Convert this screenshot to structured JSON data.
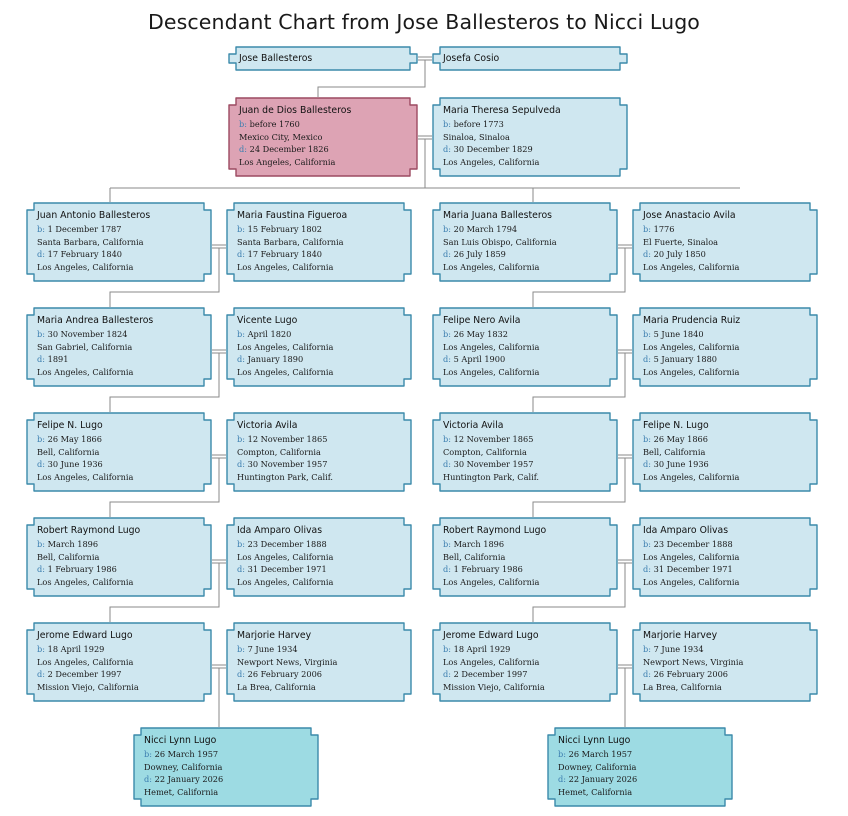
{
  "title": "Descendant Chart from Jose Ballesteros to Nicci Lugo",
  "colors": {
    "box_fill": "#cfe7f0",
    "box_stroke": "#3b8aaa",
    "highlight_fill": "#dda3b4",
    "highlight_stroke": "#9c4a61",
    "focus_fill": "#9ddbe3",
    "focus_stroke": "#3b8aaa",
    "connector": "#8a8a8a",
    "label_tag": "#3d7fb0",
    "title_text": "#1a1a1a"
  },
  "labels": {
    "birth_tag": "b:",
    "death_tag": "d:"
  },
  "people": [
    {
      "id": "jose-ballesteros",
      "name": "Jose Ballesteros",
      "style": "plain",
      "lines": []
    },
    {
      "id": "josefa-cosio",
      "name": "Josefa Cosio",
      "style": "plain",
      "lines": []
    },
    {
      "id": "juan-de-dios-ballesteros",
      "name": "Juan de Dios Ballesteros",
      "style": "highlight",
      "birth_date": "before 1760",
      "birth_place": "Mexico City, Mexico",
      "death_date": "24 December 1826",
      "death_place": "Los Angeles, California"
    },
    {
      "id": "maria-theresa-sepulveda",
      "name": "Maria Theresa Sepulveda",
      "style": "plain",
      "birth_date": "before 1773",
      "birth_place": "Sinaloa, Sinaloa",
      "death_date": "30 December 1829",
      "death_place": "Los Angeles, California"
    },
    {
      "id": "juan-antonio-ballesteros",
      "name": "Juan Antonio Ballesteros",
      "style": "plain",
      "birth_date": "1 December 1787",
      "birth_place": "Santa Barbara, California",
      "death_date": "17 February 1840",
      "death_place": "Los Angeles, California"
    },
    {
      "id": "maria-faustina-figueroa",
      "name": "Maria Faustina Figueroa",
      "style": "plain",
      "birth_date": "15 February 1802",
      "birth_place": "Santa Barbara, California",
      "death_date": "17 February 1840",
      "death_place": "Los Angeles, California"
    },
    {
      "id": "maria-juana-ballesteros",
      "name": "Maria Juana Ballesteros",
      "style": "plain",
      "birth_date": "20 March 1794",
      "birth_place": "San Luis Obispo, California",
      "death_date": "26 July 1859",
      "death_place": "Los Angeles, California"
    },
    {
      "id": "jose-anastacio-avila",
      "name": "Jose Anastacio Avila",
      "style": "plain",
      "birth_date": "1776",
      "birth_place": "El Fuerte, Sinaloa",
      "death_date": "20 July 1850",
      "death_place": "Los Angeles, California"
    },
    {
      "id": "maria-andrea-ballesteros",
      "name": "Maria Andrea Ballesteros",
      "style": "plain",
      "birth_date": "30 November 1824",
      "birth_place": "San Gabriel, California",
      "death_date": "1891",
      "death_place": "Los Angeles, California"
    },
    {
      "id": "vicente-lugo",
      "name": "Vicente Lugo",
      "style": "plain",
      "birth_date": "April 1820",
      "birth_place": "Los Angeles, California",
      "death_date": "January 1890",
      "death_place": "Los Angeles, California"
    },
    {
      "id": "felipe-nero-avila",
      "name": "Felipe Nero Avila",
      "style": "plain",
      "birth_date": "26 May 1832",
      "birth_place": "Los Angeles, California",
      "death_date": "5 April 1900",
      "death_place": "Los Angeles, California"
    },
    {
      "id": "maria-prudencia-ruiz",
      "name": "Maria Prudencia Ruiz",
      "style": "plain",
      "birth_date": "5 June 1840",
      "birth_place": "Los Angeles, California",
      "death_date": "5 January 1880",
      "death_place": "Los Angeles, California"
    },
    {
      "id": "felipe-n-lugo-left",
      "name": "Felipe N. Lugo",
      "style": "plain",
      "birth_date": "26 May 1866",
      "birth_place": "Bell, California",
      "death_date": "30 June 1936",
      "death_place": "Los Angeles, California"
    },
    {
      "id": "victoria-avila-left",
      "name": "Victoria Avila",
      "style": "plain",
      "birth_date": "12 November 1865",
      "birth_place": "Compton, California",
      "death_date": "30 November 1957",
      "death_place": "Huntington Park, Calif."
    },
    {
      "id": "victoria-avila-right",
      "name": "Victoria Avila",
      "style": "plain",
      "birth_date": "12 November 1865",
      "birth_place": "Compton, California",
      "death_date": "30 November 1957",
      "death_place": "Huntington Park, Calif."
    },
    {
      "id": "felipe-n-lugo-right",
      "name": "Felipe N. Lugo",
      "style": "plain",
      "birth_date": "26 May 1866",
      "birth_place": "Bell, California",
      "death_date": "30 June 1936",
      "death_place": "Los Angeles, California"
    },
    {
      "id": "robert-raymond-lugo-left",
      "name": "Robert Raymond Lugo",
      "style": "plain",
      "birth_date": "March 1896",
      "birth_place": "Bell, California",
      "death_date": "1 February 1986",
      "death_place": "Los Angeles, California"
    },
    {
      "id": "ida-amparo-olivas-left",
      "name": "Ida Amparo Olivas",
      "style": "plain",
      "birth_date": "23 December 1888",
      "birth_place": "Los Angeles, California",
      "death_date": "31 December 1971",
      "death_place": "Los Angeles, California"
    },
    {
      "id": "robert-raymond-lugo-right",
      "name": "Robert Raymond Lugo",
      "style": "plain",
      "birth_date": "March 1896",
      "birth_place": "Bell, California",
      "death_date": "1 February 1986",
      "death_place": "Los Angeles, California"
    },
    {
      "id": "ida-amparo-olivas-right",
      "name": "Ida Amparo Olivas",
      "style": "plain",
      "birth_date": "23 December 1888",
      "birth_place": "Los Angeles, California",
      "death_date": "31 December 1971",
      "death_place": "Los Angeles, California"
    },
    {
      "id": "jerome-edward-lugo-left",
      "name": "Jerome Edward Lugo",
      "style": "plain",
      "birth_date": "18 April 1929",
      "birth_place": "Los Angeles, California",
      "death_date": "2 December 1997",
      "death_place": "Mission Viejo, California"
    },
    {
      "id": "marjorie-harvey-left",
      "name": "Marjorie Harvey",
      "style": "plain",
      "birth_date": "7 June 1934",
      "birth_place": "Newport News, Virginia",
      "death_date": "26 February 2006",
      "death_place": "La Brea, California"
    },
    {
      "id": "jerome-edward-lugo-right",
      "name": "Jerome Edward Lugo",
      "style": "plain",
      "birth_date": "18 April 1929",
      "birth_place": "Los Angeles, California",
      "death_date": "2 December 1997",
      "death_place": "Mission Viejo, California"
    },
    {
      "id": "marjorie-harvey-right",
      "name": "Marjorie Harvey",
      "style": "plain",
      "birth_date": "7 June 1934",
      "birth_place": "Newport News, Virginia",
      "death_date": "26 February 2006",
      "death_place": "La Brea, California"
    },
    {
      "id": "nicci-lynn-lugo-left",
      "name": "Nicci Lynn Lugo",
      "style": "focus",
      "birth_date": "26 March 1957",
      "birth_place": "Downey, California",
      "death_date": "22 January 2026",
      "death_place": "Hemet, California"
    },
    {
      "id": "nicci-lynn-lugo-right",
      "name": "Nicci Lynn Lugo",
      "style": "focus",
      "birth_date": "26 March 1957",
      "birth_place": "Downey, California",
      "death_date": "22 January 2026",
      "death_place": "Hemet, California"
    }
  ]
}
